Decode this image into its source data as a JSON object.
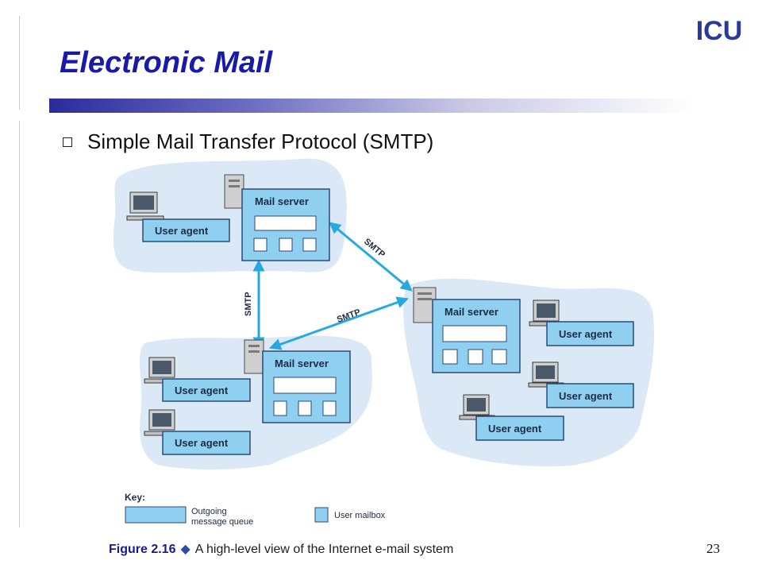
{
  "slide": {
    "title": "Electronic Mail",
    "logo": "ICU",
    "bullet": "Simple Mail Transfer Protocol (SMTP)",
    "page_number": "23"
  },
  "diagram": {
    "mail_server_label": "Mail server",
    "user_agent_label": "User agent",
    "link_label": "SMTP",
    "key": {
      "title": "Key:",
      "queue_line1": "Outgoing",
      "queue_line2": "message queue",
      "mailbox": "User mailbox"
    },
    "caption": {
      "figure": "Figure 2.16",
      "separator": "◆",
      "text": "A high-level view of the Internet e-mail system"
    }
  },
  "colors": {
    "title": "#1a1aa8",
    "region": "#dbe9f7",
    "box_fill": "#8fd0f0",
    "box_stroke": "#2b4a78",
    "arrow": "#27a9e0"
  }
}
